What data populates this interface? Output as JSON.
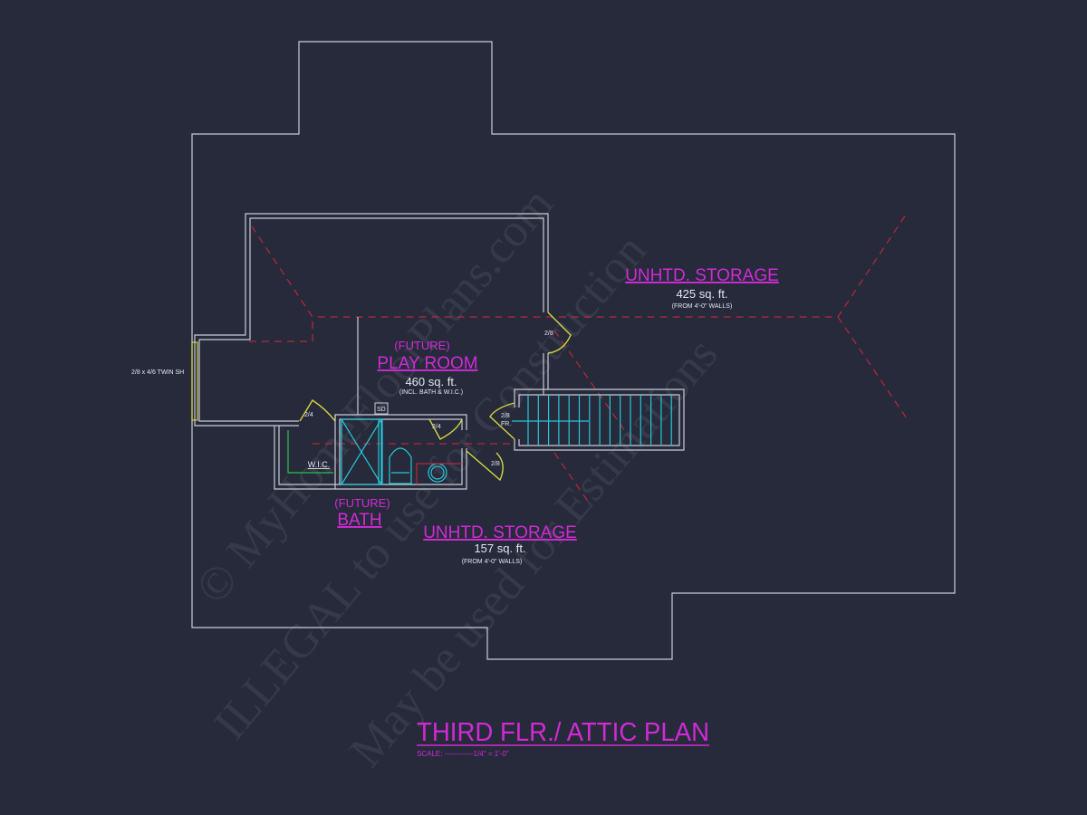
{
  "plan": {
    "title": "THIRD FLR./ ATTIC PLAN",
    "scale": "SCALE: ------------1/4\" = 1'-0\"",
    "rooms": {
      "storage_upper": {
        "name": "UNHTD. STORAGE",
        "area": "425 sq. ft.",
        "note": "(FROM 4'-0\" WALLS)"
      },
      "play_room": {
        "prefix": "(FUTURE)",
        "name": "PLAY ROOM",
        "area": "460 sq. ft.",
        "note": "(INCL. BATH & W.I.C.)"
      },
      "bath": {
        "prefix": "(FUTURE)",
        "name": "BATH"
      },
      "storage_lower": {
        "name": "UNHTD. STORAGE",
        "area": "157 sq. ft.",
        "note": "(FROM 4'-0\" WALLS)"
      },
      "wic": "W.I.C."
    },
    "labels": {
      "window": "2/8 x 4/6 TWIN SH",
      "door_storage": "2/8",
      "door_wic": "2/4",
      "door_bath": "2/4",
      "door_lower": "2/8",
      "door_stair": "2/8",
      "door_stair_note": "FR.",
      "smoke_detector": "SD"
    }
  },
  "watermark": [
    "© MyHomeFloorPlans.com",
    "ILLEGAL to use for Construction",
    "May be used for Estimations"
  ],
  "colors": {
    "background": "#262a3b",
    "label": "#d22ad6",
    "walls": "#c9ccd6",
    "ridge": "#d8283a",
    "fixtures": "#28c8d8",
    "doors": "#d4d640"
  }
}
